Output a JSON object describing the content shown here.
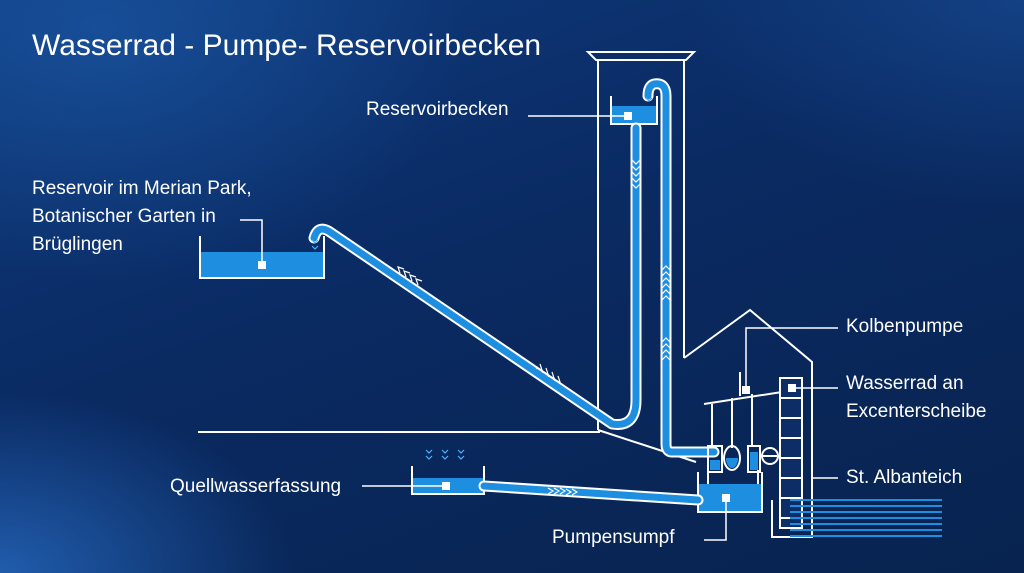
{
  "title": "Wasserrad - Pumpe- Reservoirbecken",
  "labels": {
    "reservoirbecken": "Reservoirbecken",
    "merian_line1": "Reservoir im Merian Park,",
    "merian_line2": "Botanischer Garten in",
    "merian_line3": "Brüglingen",
    "kolbenpumpe": "Kolbenpumpe",
    "wasserrad_line1": "Wasserrad an",
    "wasserrad_line2": "Excenterscheibe",
    "st_albanteich": "St. Albanteich",
    "quellwasserfassung": "Quellwasserfassung",
    "pumpensumpf": "Pumpensumpf"
  },
  "colors": {
    "line": "#ffffff",
    "water": "#1e8fe0",
    "pipe_fill": "#1e8fe0",
    "arrow": "#ffffff"
  }
}
